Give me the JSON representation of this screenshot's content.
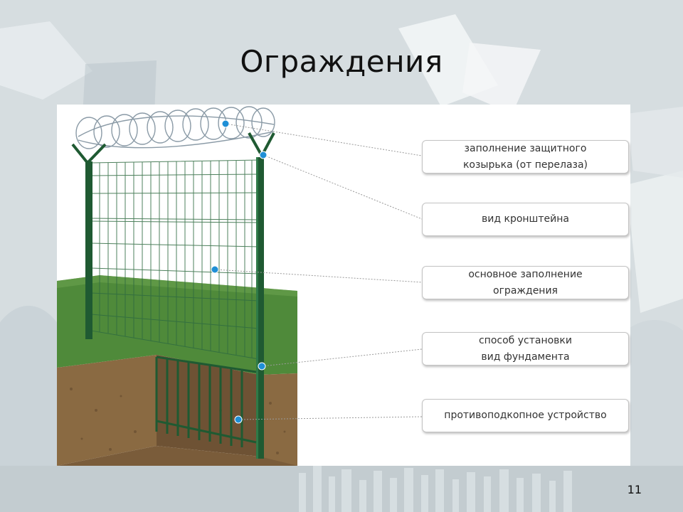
{
  "slide": {
    "title": "Ограждения",
    "page_number": "11"
  },
  "callouts": [
    {
      "label": "заполнение защитного\nкозырька (от перелаза)"
    },
    {
      "label": "вид кронштейна"
    },
    {
      "label": "основное заполнение\nограждения"
    },
    {
      "label": "способ установки\nвид фундамента"
    },
    {
      "label": "противоподкопное устройство"
    }
  ],
  "colors": {
    "post": "#1f5a32",
    "mesh": "#2f6b40",
    "grass": "#4f8a3a",
    "soil": "#8a6a42",
    "marker": "#1f8fd6",
    "connector": "#9a9a9a"
  }
}
